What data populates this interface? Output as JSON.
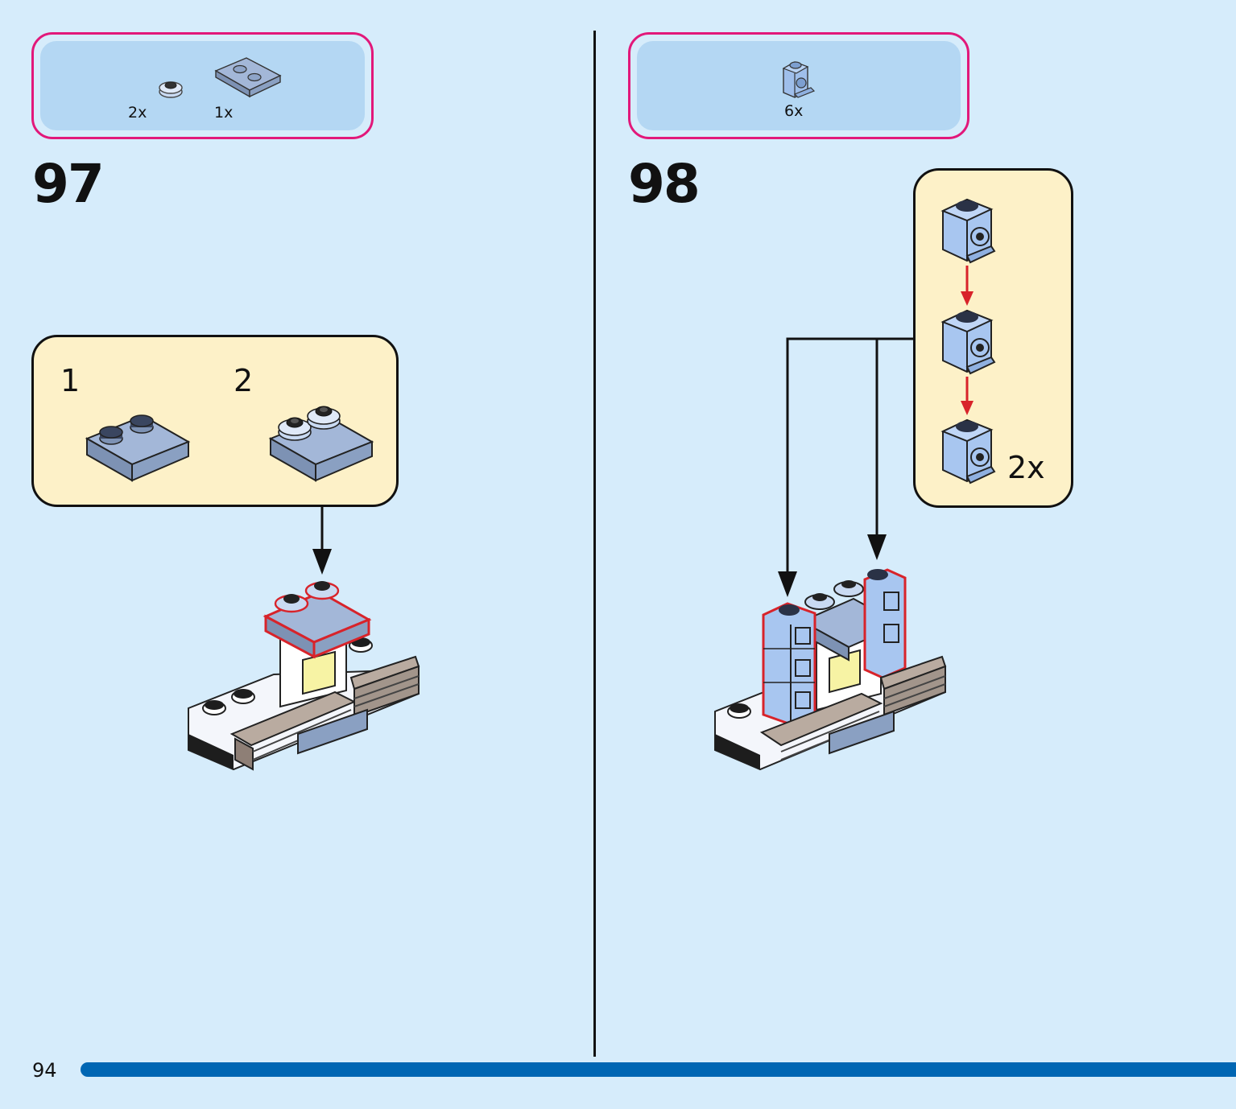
{
  "steps": [
    {
      "number": "97",
      "parts": [
        {
          "name": "round-plate-1x1-with-flower-edge",
          "qty": "2x"
        },
        {
          "name": "plate-2x2-with-2-studs",
          "qty": "1x"
        }
      ],
      "sub_steps": [
        {
          "label": "1"
        },
        {
          "label": "2"
        }
      ]
    },
    {
      "number": "98",
      "parts": [
        {
          "name": "brick-1x1-with-side-stud",
          "qty": "6x"
        }
      ],
      "callout_multiplier": "2x"
    }
  ],
  "page_number": "94",
  "colors": {
    "background": "#d6ecfb",
    "parts_border": "#e2187a",
    "callout_fill": "#fdf1c8",
    "highlight": "#d8232a",
    "page_bar": "#0066b3"
  }
}
